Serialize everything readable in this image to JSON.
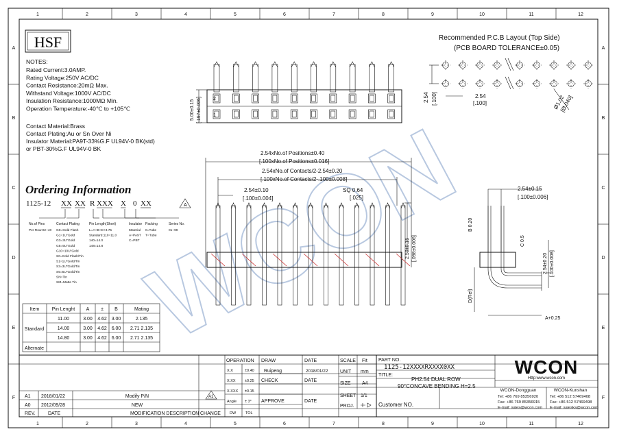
{
  "brand": {
    "hsf": "HSF",
    "wcon": "WCON",
    "website": "Http:www.wcon.com",
    "watermark": "WCON"
  },
  "ruler": {
    "top": [
      "1",
      "2",
      "3",
      "4",
      "5",
      "6",
      "7",
      "8",
      "9",
      "10",
      "11",
      "12"
    ],
    "side": [
      "A",
      "B",
      "C",
      "D",
      "E",
      "F"
    ]
  },
  "notes": {
    "title": "NOTES:",
    "lines": [
      "Rated Current:3.0AMP.",
      "Rating Voltage:250V AC/DC",
      "Contact Resistance:20mΩ Max.",
      "Withstand Voltage:1000V AC/DC",
      "Insulation Resistance:1000MΩ Min.",
      "Operation Temperature:-40℃ to +105℃"
    ],
    "materials": [
      "Contact Material:Brass",
      "Contact Plating:Au or Sn Over Ni",
      "Insulator Material:PA9T-33%G.F UL94V-0 BK(std)",
      "        or PBT-30%G.F UL94V-0 BK"
    ]
  },
  "ordering": {
    "title": "Ordering Information",
    "code": [
      "1125-12",
      "XX",
      "XX",
      "R",
      "XXX",
      "X",
      "0",
      "XX"
    ],
    "rev_mark": "A",
    "fields": [
      {
        "head": "No.of Pins",
        "lines": [
          "Per Row:02~40"
        ]
      },
      {
        "head": "Contact Plating",
        "lines": [
          "G0=Gold Flash",
          "G1=1U\"Gold",
          "G3=3U\"Gold",
          "G5=5U\"Gold",
          "G10=10U\"Gold",
          "S0=Gold Flash/Tin",
          "S1=1U\"Gold/Tin",
          "S3=3U\"Gold/Tin",
          "S5=5U\"Gold/Tin",
          "SN=Tin",
          "SM=Matte Tin"
        ]
      },
      {
        "head": "Pin Length(Short)",
        "lines": [
          "L=A+B+D+3.75",
          "Standard:110=11.0",
          "140=14.0",
          "148=14.8"
        ]
      },
      {
        "head": "Insulator",
        "lines": [
          "Material",
          "A=PA9T",
          "C=PBT"
        ]
      },
      {
        "head": "Packing",
        "lines": [
          "0=Tube",
          "T=Tube"
        ]
      },
      {
        "head": "Series No.",
        "lines": [
          "01~99"
        ]
      }
    ]
  },
  "pin_table": {
    "headers": [
      "Item",
      "Pin Lenght",
      "A",
      "±",
      "B",
      "Mating"
    ],
    "rows": [
      {
        "item": "Standard",
        "cells": [
          "11.00",
          "3.00",
          "4.62",
          "3.00",
          "2.135"
        ]
      },
      {
        "item": "",
        "cells": [
          "14.00",
          "3.00",
          "4.62",
          "6.00",
          "2.71 2.135"
        ]
      },
      {
        "item": "",
        "cells": [
          "14.80",
          "3.00",
          "4.62",
          "6.00",
          "2.71 2.135"
        ]
      },
      {
        "item": "Alternate",
        "cells": [
          "",
          "",
          "",
          "",
          ""
        ]
      }
    ]
  },
  "pcb": {
    "title": "Recommended P.C.B Layout (Top Side)",
    "tolerance": "(PCB BOARD TOLERANCE±0.05)",
    "pitch_v": "2.54",
    "pitch_v_in": "[.100]",
    "pitch_h": "2.54",
    "pitch_h_in": "[.100]",
    "hole": "Ø1.02",
    "hole_in": "[Ø.040]"
  },
  "dims": {
    "top_height": "5.00±0.15",
    "top_height_in": "[.197±0.006]",
    "row_labels": [
      "2",
      "1"
    ],
    "positions_line1": "2.54xNo.of Positions±0.40",
    "positions_line2": "[.100xNo.of Positions±0.016]",
    "contacts_line1": "2.54xNo.of Contacts/2-2.54±0.20",
    "contacts_line2": "[.100xNo.of Contacts/2-.100±0.008]",
    "pitch": "2.54±0.10",
    "pitch_in": "[.100±0.004]",
    "sq": "SQ 0.64",
    "sq_in": "[.025]",
    "front_height": "2.50±0.15",
    "front_height_in": "[.098±0.006]",
    "side_pitch": "2.54±0.15",
    "side_pitch_in": "[.100±0.006]",
    "side_b": "B 0.20",
    "side_c": "C 0.5",
    "side_row": "2.54±0.20",
    "side_row_in": "[.100±0.008]",
    "side_d": "D(Ref)",
    "side_a": "A+0.25"
  },
  "title_block": {
    "revisions": [
      {
        "rev": "A1",
        "date": "2018/01/22",
        "desc": "Modify P/N",
        "mark": "A1"
      },
      {
        "rev": "A0",
        "date": "2012/09/28",
        "desc": "NEW",
        "mark": ""
      }
    ],
    "rev_headers": [
      "REV.",
      "DATE",
      "MODIFICATION  DESCRIPTION",
      "CHANGE"
    ],
    "operation": "OPERATION",
    "tolerances": [
      {
        "k": "X.X",
        "v": "±0.40"
      },
      {
        "k": "X.XX",
        "v": "±0.25"
      },
      {
        "k": "X.XXX",
        "v": "±0.15"
      },
      {
        "k": "Angle",
        "v": "± 3°"
      }
    ],
    "dw_tol": [
      "DW",
      "TOL"
    ],
    "draw_label": "DRAW",
    "draw_name": "Ruipeng",
    "check_label": "CHECK",
    "approve_label": "APPROVE",
    "date_label": "DATE",
    "date_value": "2018/01/22",
    "scale_label": "SCALE",
    "scale_value": "Fit",
    "unit_label": "UNIT",
    "unit_value": "mm",
    "size_label": "SIZE",
    "size_value": "A4",
    "sheet_label": "SHEET",
    "sheet_value": "1/1",
    "proj_label": "PROJ.",
    "part_no_label": "PART  NO.",
    "part_no": "1125-12XXXXRXXXX0XX",
    "title_label": "TITLE:",
    "title_line1": "PH2.54  DUAL  ROW",
    "title_line2": "90°CONCAVE  BENDING  H=2.5",
    "customer_label": "Customer  NO.",
    "offices": [
      {
        "name": "WCON-Dongguan",
        "tel": "Tel: +86 769 85356920",
        "fax": "Fax: +86 769 85356915",
        "mail": "E-mail: sales@wcon.com"
      },
      {
        "name": "WCON-Kunshan",
        "tel": "Tel: +86 512 57469408",
        "fax": "Fax: +86 512 57469498",
        "mail": "E-mail: salesks@wcon.com"
      }
    ]
  }
}
